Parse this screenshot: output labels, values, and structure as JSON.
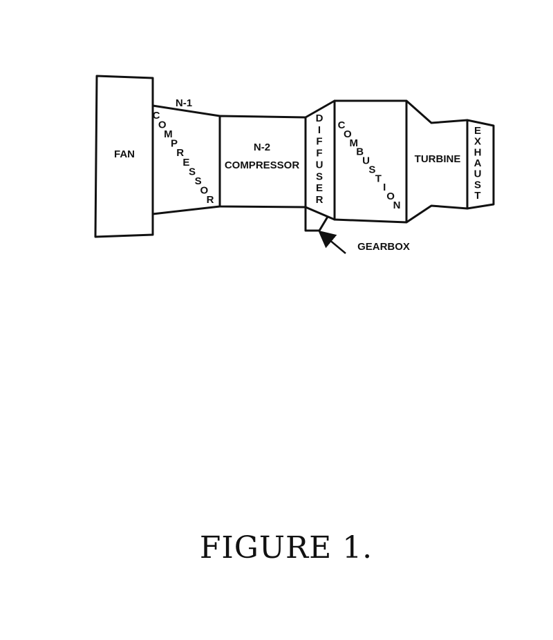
{
  "labels": {
    "fan": "FAN",
    "n1": "N-1",
    "n1_compressor": "COMPRESSOR",
    "n2": "N-2",
    "n2_compressor": "COMPRESSOR",
    "diffuser": "DIFFUSER",
    "combustion": "COMBUSTION",
    "turbine": "TURBINE",
    "exhaust": "EXHAUST",
    "gearbox": "GEARBOX"
  },
  "caption": "FIGURE 1."
}
